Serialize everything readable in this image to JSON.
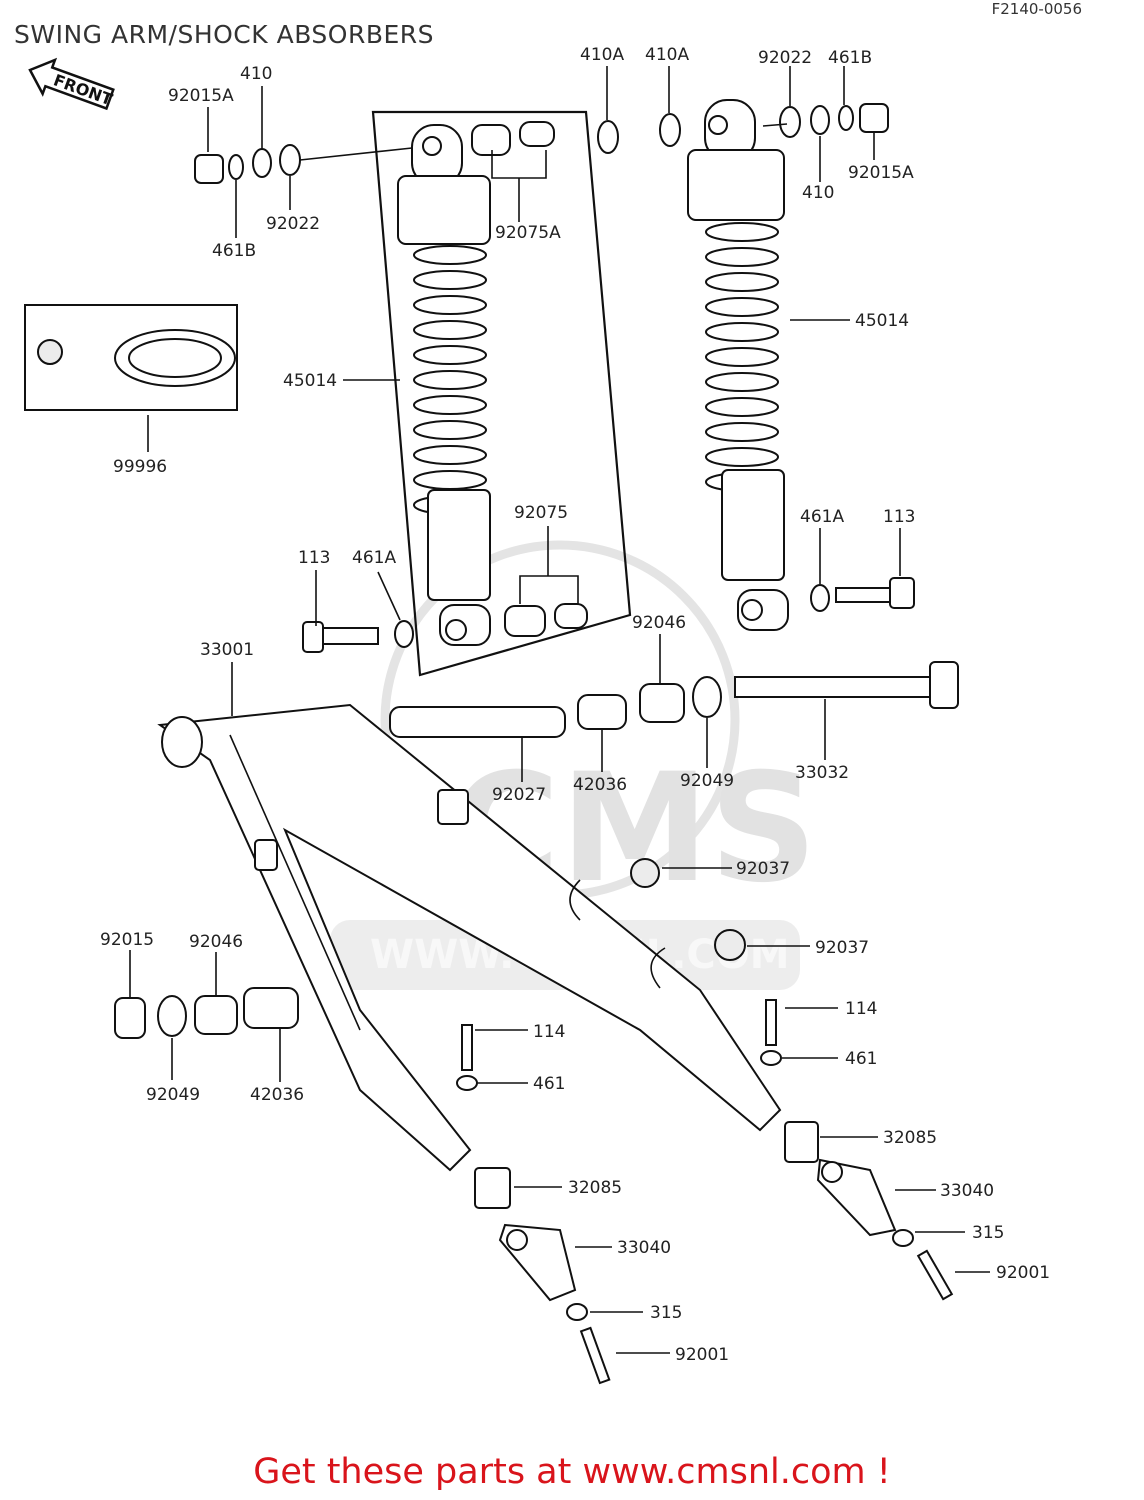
{
  "title": "SWING ARM/SHOCK ABSORBERS",
  "figure_code": "F2140-0056",
  "front_arrow": "FRONT",
  "watermark": {
    "brand": "CMS",
    "url": "WWW.CMSNL.COM"
  },
  "promo": "Get these parts at www.cmsnl.com !",
  "part_labels": [
    "92015A",
    "410",
    "461B",
    "92022",
    "410A",
    "410A",
    "92022",
    "461B",
    "92015A",
    "410",
    "92075A",
    "45014",
    "45014",
    "99996",
    "92075",
    "461A",
    "113",
    "113",
    "461A",
    "33001",
    "92046",
    "92027",
    "42036",
    "92049",
    "33032",
    "92037",
    "92037",
    "92015",
    "92046",
    "92049",
    "42036",
    "114",
    "461",
    "114",
    "461",
    "32085",
    "32085",
    "33040",
    "33040",
    "315",
    "315",
    "92001",
    "92001"
  ]
}
